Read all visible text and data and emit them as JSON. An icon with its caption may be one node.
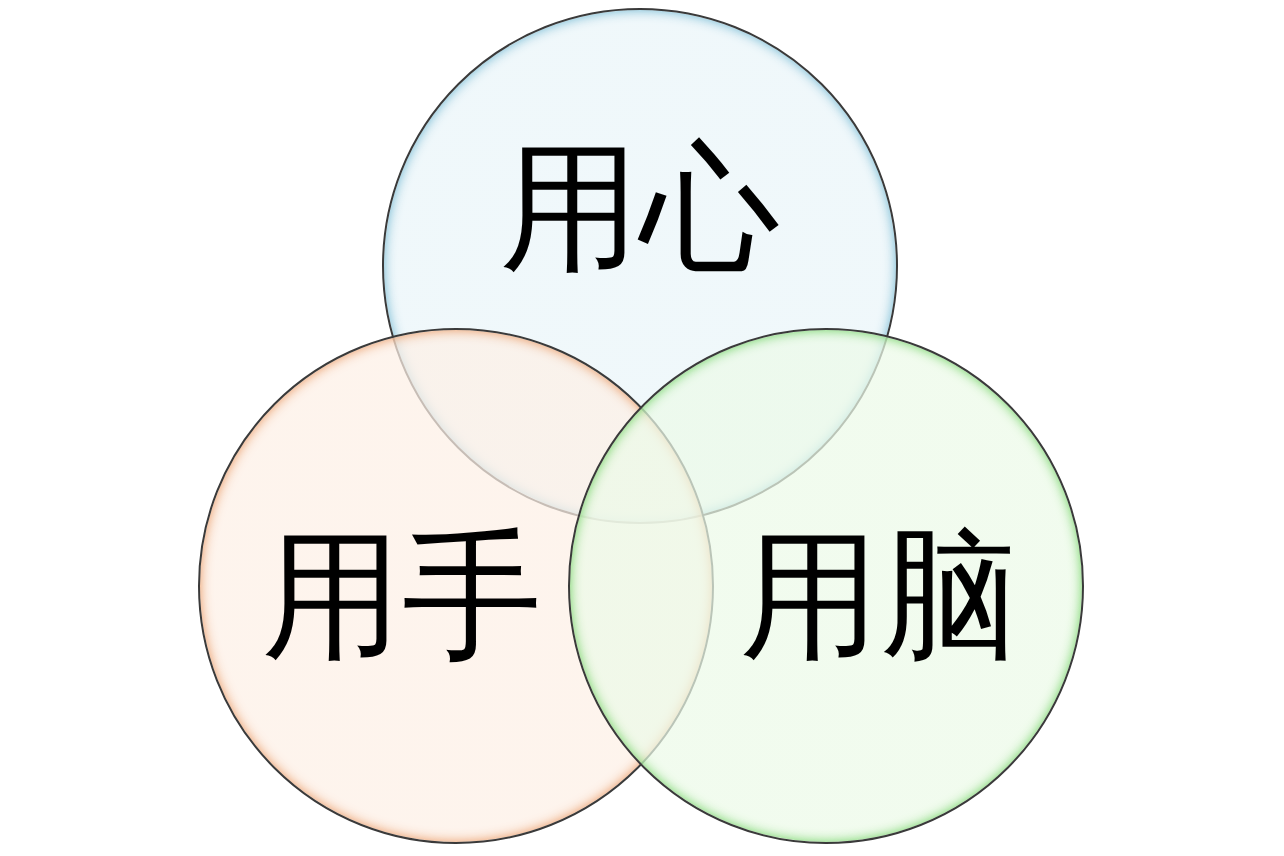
{
  "diagram": {
    "nodes": [
      {
        "text": [
          "用心"
        ]
      },
      {
        "text": [
          "用手"
        ]
      },
      {
        "text": [
          "用脑"
        ]
      }
    ]
  }
}
